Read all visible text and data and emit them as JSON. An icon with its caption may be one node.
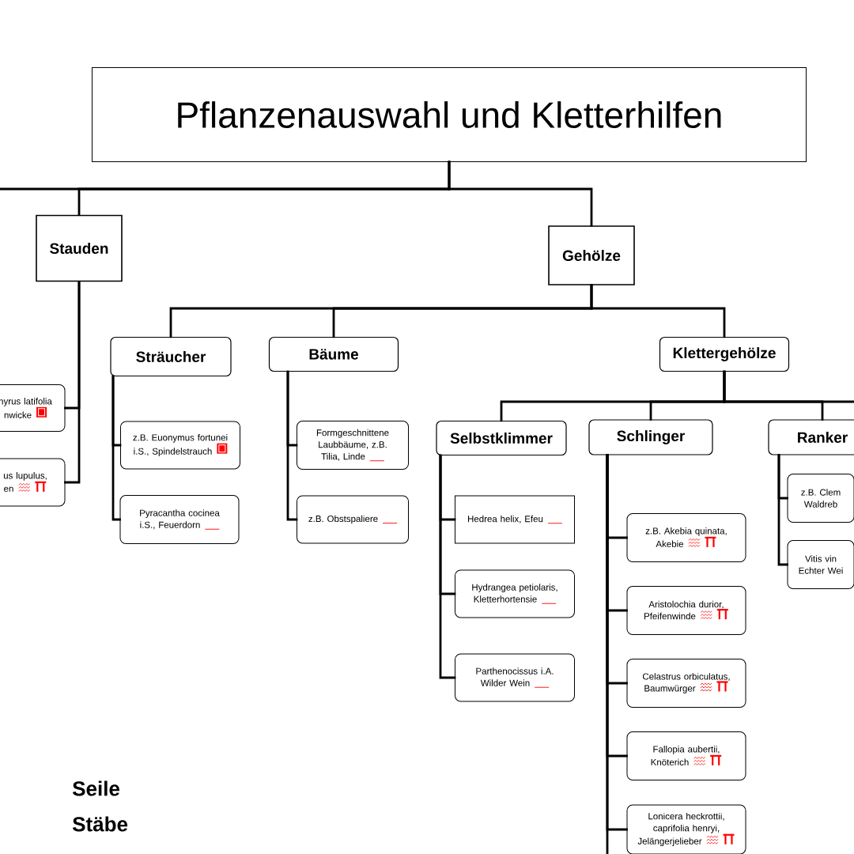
{
  "diagram": {
    "nodes": [
      {
        "text": [
          "Pflanzenauswahl und Kletterhilfen"
        ]
      },
      {
        "text": [
          "Stauden"
        ]
      },
      {
        "text": [
          "Gehölze"
        ]
      },
      {
        "text": [
          "Sträucher"
        ]
      },
      {
        "text": [
          "Bäume"
        ]
      },
      {
        "text": [
          "Klettergehölze"
        ]
      },
      {
        "text": [
          "nyrus latifolia nwicke"
        ]
      },
      {
        "text": [
          "us lupulus, en"
        ]
      },
      {
        "text": [
          "z.B. Euonymus fortunei i.S., Spindelstrauch"
        ]
      },
      {
        "text": [
          "Pyracantha cocinea i.S., Feuerdorn"
        ]
      },
      {
        "text": [
          "Formgeschnittene Laubbäume, z.B. Tilia, Linde"
        ]
      },
      {
        "text": [
          "z.B. Obstspaliere"
        ]
      },
      {
        "text": [
          "Selbstklimmer"
        ]
      },
      {
        "text": [
          "Schlinger"
        ]
      },
      {
        "text": [
          "Ranker"
        ]
      },
      {
        "text": [
          "Hedrea helix, Efeu"
        ]
      },
      {
        "text": [
          "Hydrangea petiolaris, Kletterhortensie"
        ]
      },
      {
        "text": [
          "Parthenocissus i.A. Wilder Wein"
        ]
      },
      {
        "text": [
          "z.B. Akebia quinata, Akebie"
        ]
      },
      {
        "text": [
          "Aristolochia durior, Pfeifenwinde"
        ]
      },
      {
        "text": [
          "Celastrus orbiculatus, Baumwürger"
        ]
      },
      {
        "text": [
          "Fallopia aubertii, Knöterich"
        ]
      },
      {
        "text": [
          "Lonicera heckrottii, caprifolia henryi, Jelängerjelieber"
        ]
      },
      {
        "text": [
          "z.B. Clem Waldreb"
        ]
      },
      {
        "text": [
          "Vitis vin Echter Wei"
        ]
      }
    ],
    "edges": [
      {
        "from": 0,
        "to": null,
        "arrow": "none"
      },
      {
        "from": 0,
        "to": 1,
        "arrow": "none"
      },
      {
        "from": 0,
        "to": 2,
        "arrow": "none"
      },
      {
        "from": 1,
        "to": 6,
        "arrow": "none"
      },
      {
        "from": 1,
        "to": 7,
        "arrow": "none"
      },
      {
        "from": 2,
        "to": 3,
        "arrow": "none"
      },
      {
        "from": 2,
        "to": 4,
        "arrow": "none"
      },
      {
        "from": 2,
        "to": 5,
        "arrow": "none"
      },
      {
        "from": 3,
        "to": 8,
        "arrow": "none"
      },
      {
        "from": 3,
        "to": 9,
        "arrow": "none"
      },
      {
        "from": 4,
        "to": 10,
        "arrow": "none"
      },
      {
        "from": 4,
        "to": 11,
        "arrow": "none"
      },
      {
        "from": 5,
        "to": 12,
        "arrow": "none"
      },
      {
        "from": 5,
        "to": 13,
        "arrow": "none"
      },
      {
        "from": 5,
        "to": 14,
        "arrow": "none"
      },
      {
        "from": 5,
        "to": null,
        "arrow": "none"
      },
      {
        "from": 12,
        "to": 15,
        "arrow": "none"
      },
      {
        "from": 12,
        "to": 16,
        "arrow": "none"
      },
      {
        "from": 12,
        "to": 17,
        "arrow": "none"
      },
      {
        "from": 13,
        "to": 18,
        "arrow": "none"
      },
      {
        "from": 13,
        "to": 19,
        "arrow": "none"
      },
      {
        "from": 13,
        "to": 20,
        "arrow": "none"
      },
      {
        "from": 13,
        "to": 21,
        "arrow": "none"
      },
      {
        "from": 13,
        "to": 22,
        "arrow": "none"
      },
      {
        "from": 13,
        "to": null,
        "arrow": "none"
      },
      {
        "from": 14,
        "to": 23,
        "arrow": "none"
      },
      {
        "from": 14,
        "to": 24,
        "arrow": "none"
      }
    ],
    "labels": [
      "Seile",
      "Stäbe"
    ]
  }
}
